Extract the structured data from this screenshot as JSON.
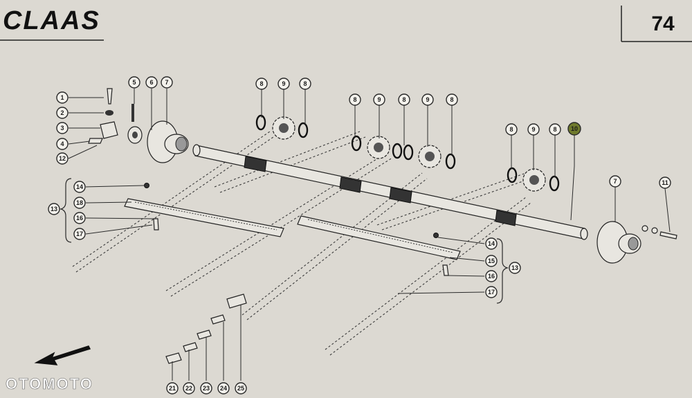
{
  "header": {
    "brand_logo": "CLAAS",
    "page_number": "74"
  },
  "watermark": "OTOMOTO",
  "icons": {
    "direction_arrow": "arrow-down-left-icon"
  },
  "colors": {
    "background": "#d9d6cf",
    "line": "#2a2a2a",
    "highlight_callout": "#6f7a2c"
  },
  "callouts": {
    "c1": "1",
    "c2": "2",
    "c3": "3",
    "c4": "4",
    "c12a": "12",
    "c5": "5",
    "c6": "6",
    "c7a": "7",
    "s8a": "8",
    "s9a": "9",
    "s8b": "8",
    "s8c": "8",
    "s9b": "9",
    "s8d": "8",
    "s9c": "9",
    "s8e": "8",
    "s8f": "8",
    "s9d": "9",
    "s8g": "8",
    "c10": "10",
    "c7b": "7",
    "c11": "11",
    "c14a": "14",
    "c18": "18",
    "c16a": "16",
    "c17a": "17",
    "c13a": "13",
    "c14b": "14",
    "c15": "15",
    "c16b": "16",
    "c17b": "17",
    "c13b": "13",
    "c21": "21",
    "c22": "22",
    "c23": "23",
    "c24": "24",
    "c25": "25"
  }
}
